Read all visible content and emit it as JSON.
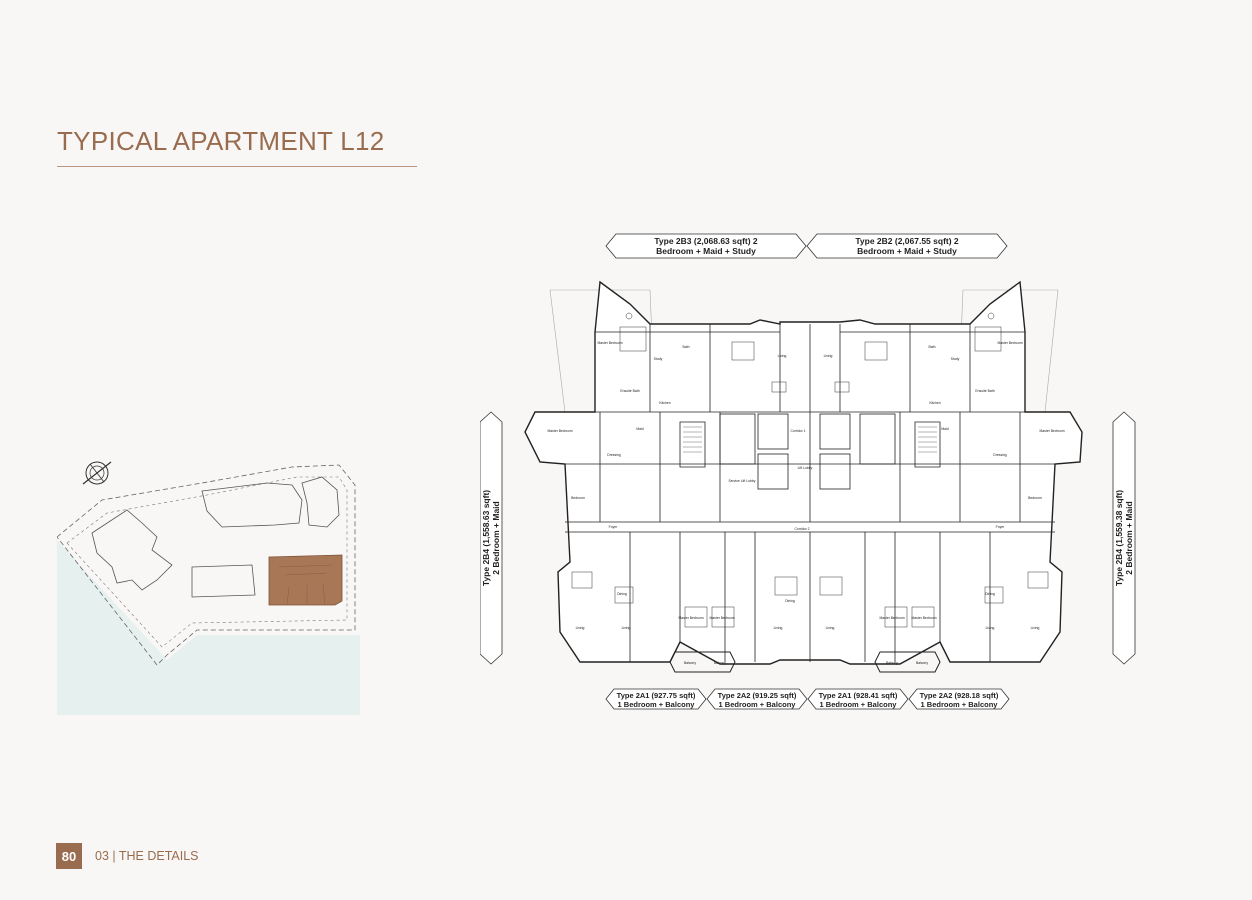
{
  "page": {
    "title": "TYPICAL APARTMENT L12",
    "page_number": "80",
    "section": "03 | THE DETAILS"
  },
  "colors": {
    "accent": "#9a6c4f",
    "highlight": "#a87756",
    "water": "#e6f0ef",
    "background": "#f8f7f5"
  },
  "plan_labels": {
    "top_left": [
      "Type 2B3 (2,068.63 sqft) 2",
      "Bedroom + Maid + Study"
    ],
    "top_right": [
      "Type 2B2 (2,067.55 sqft) 2",
      "Bedroom + Maid + Study"
    ],
    "left_side": [
      "Type 2B4 (1,558.63 sqft)",
      "2 Bedroom + Maid"
    ],
    "right_side": [
      "Type 2B4 (1,559.38 sqft)",
      "2 Bedroom + Maid"
    ],
    "bottom": [
      [
        "Type 2A1 (927.75 sqft)",
        "1 Bedroom + Balcony"
      ],
      [
        "Type 2A2 (919.25 sqft)",
        "1 Bedroom + Balcony"
      ],
      [
        "Type 2A1 (928.41 sqft)",
        "1 Bedroom + Balcony"
      ],
      [
        "Type 2A2 (928.18 sqft)",
        "1 Bedroom + Balcony"
      ]
    ]
  },
  "rooms": {
    "corridor1": "Corridor 1",
    "corridor2": "Corridor 2",
    "lift_lobby": "Lift Lobby",
    "service_lift": "Service Lift Lobby",
    "living": "Living",
    "kitchen": "Kitchen",
    "master_bedroom": "Master Bedroom",
    "bedroom": "Bedroom",
    "dining": "Dining",
    "balcony": "Balcony",
    "foyer": "Foyer",
    "maid": "Maid",
    "study": "Study",
    "bath": "Bath",
    "dressing": "Dressing",
    "ensuite": "Ensuite Bath"
  }
}
